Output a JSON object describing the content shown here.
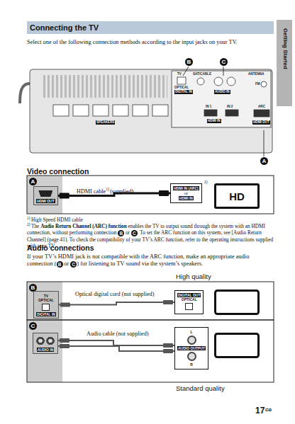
{
  "diagram": {
    "title": "Connecting the TV",
    "nodes": [
      {
        "text": [
          "HDMI OUT"
        ]
      },
      {
        "text": [
          "HDMI IN (ARC)",
          "or",
          "HDMI IN"
        ]
      },
      {
        "text": [
          "HD"
        ]
      },
      {
        "text": [
          "TV",
          "OPTICAL",
          "DIGITAL IN"
        ]
      },
      {
        "text": [
          "DIGITAL OUT",
          "OPTICAL"
        ]
      },
      {
        "text": [
          "AUDIO IN"
        ]
      },
      {
        "text": [
          "L",
          "AUDIO OUTPUT",
          "R"
        ]
      }
    ],
    "edges": [
      {
        "from": 0,
        "to": 1,
        "arrow": "none"
      },
      {
        "from": 3,
        "to": 4,
        "arrow": "none"
      },
      {
        "from": 5,
        "to": 6,
        "arrow": "none"
      }
    ],
    "labels": [
      "Getting Started",
      "Select one of the following connection methods according to the input jacks on your TV.",
      "B",
      "C",
      "TV",
      "OPTICAL",
      "DIGITAL IN",
      "SAT/CABLE",
      "AUDIO IN",
      "ANTENNA",
      "FM",
      "HDMI IN",
      "IN 1",
      "IN 2",
      "ARC",
      "HDMI OUT",
      "SPEAKERS",
      "A",
      "Video connection",
      "A",
      "HDMI cable",
      "1)",
      "(supplied)",
      "2)",
      "1)",
      "High Speed HDMI cable",
      "2)",
      "The",
      "Audio Return Channel (ARC) function",
      "enables the TV to output sound through the system with an HDMI connection, without performing connection",
      "B",
      "or",
      "C",
      ". To set the ARC function on this system, see [Audio Return Channel] (page 41). To check the compatibility of your TV’s ARC function, refer to the operating instructions supplied with your TV.",
      "Audio connections",
      "If your TV’s HDMI jack is not compatible with the ARC function, make an appropriate audio connection (",
      "B",
      "or",
      "C",
      ") for listening to TV sound via the system’s speakers.",
      "B",
      "Optical digital cord (not supplied)",
      "High quality",
      "C",
      "Audio cable (not supplied)",
      "Standard quality",
      "17",
      "GB"
    ]
  }
}
